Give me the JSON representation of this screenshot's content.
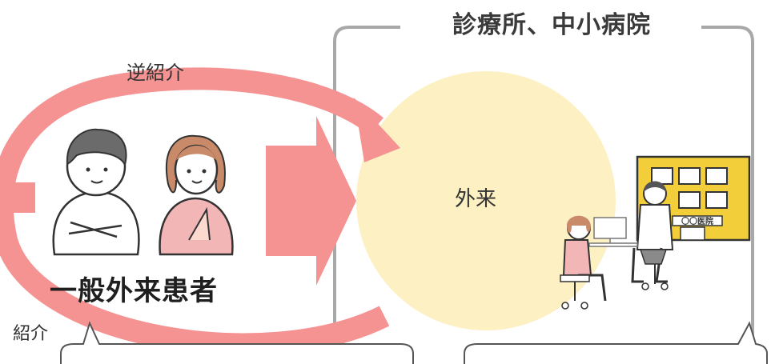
{
  "facility": {
    "title": "診療所、中小病院",
    "hospital_sign": "〇〇医院"
  },
  "arrows": {
    "reverse_referral_label": "逆紹介",
    "referral_label": "紹介"
  },
  "outpatient": {
    "label": "外来"
  },
  "patients": {
    "label": "一般外来患者"
  },
  "colors": {
    "arrow": "#f59393",
    "outpatient_circle": "#fdf0c2",
    "frame": "#a8a8a8",
    "building": "#f2cf3a",
    "patient_shirt": "#f3b6b6"
  }
}
